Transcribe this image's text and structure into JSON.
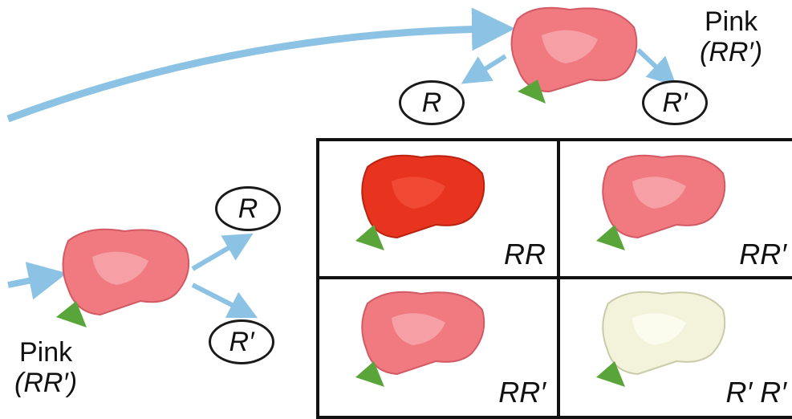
{
  "top_parent": {
    "phenotype": "Pink",
    "genotype": "(RR′)"
  },
  "left_parent": {
    "phenotype": "Pink",
    "genotype": "(RR′)"
  },
  "top_gametes": [
    "R",
    "R′"
  ],
  "left_gametes": [
    "R",
    "R′"
  ],
  "offspring": [
    {
      "genotype": "RR",
      "color": "#e8331f"
    },
    {
      "genotype": "RR′",
      "color": "#f07a80"
    },
    {
      "genotype": "RR′",
      "color": "#f07a80"
    },
    {
      "genotype": "R′ R′",
      "color": "#f3f3dc"
    }
  ],
  "colors": {
    "pink": "#f07a80",
    "red": "#e8331f",
    "white": "#f3f3dc",
    "arrow": "#8cc3e4",
    "stem": "#5aa53a"
  }
}
